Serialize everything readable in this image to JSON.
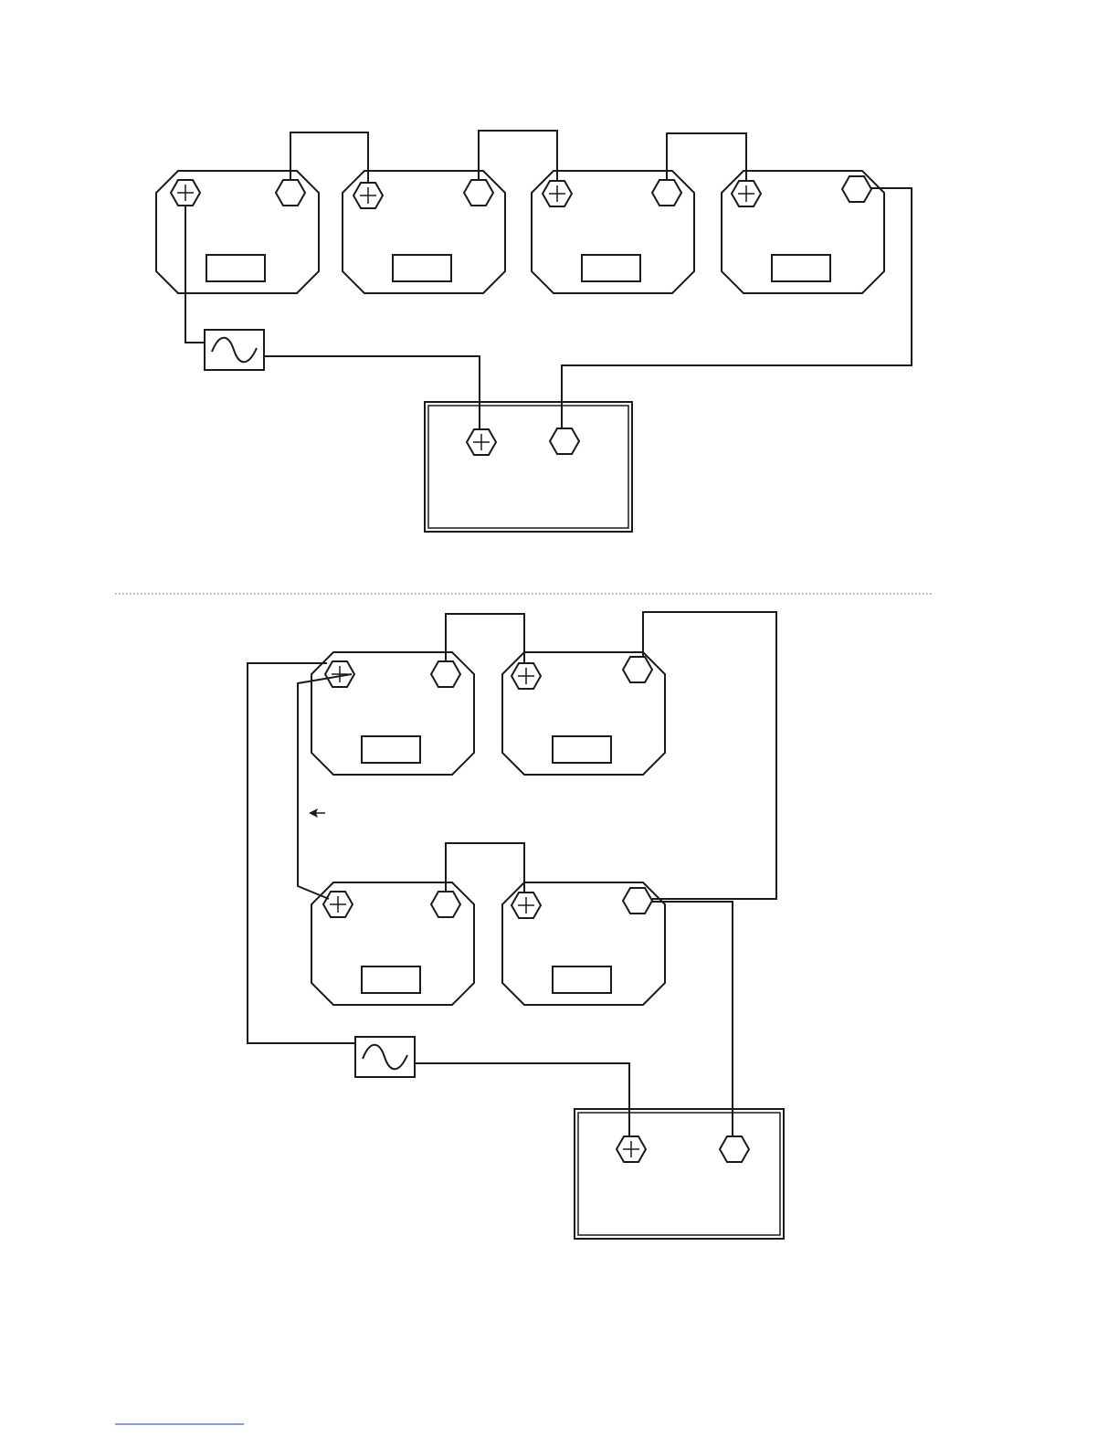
{
  "diagram": {
    "colors": {
      "line": "#1a1a1a",
      "divider": "#555555",
      "footer_underline": "#3b5bd6",
      "background": "#ffffff"
    },
    "symbols": {
      "positive_terminal": "plus-hexagon-icon",
      "negative_terminal": "hexagon-icon",
      "ac_source": "sine-wave-icon",
      "current_direction": "arrow-left-icon"
    },
    "sections": [
      {
        "name": "series-wiring",
        "battery_count": 4,
        "has_ac_source": true
      },
      {
        "name": "series-parallel-wiring",
        "battery_count": 4,
        "has_ac_source": true
      }
    ]
  }
}
